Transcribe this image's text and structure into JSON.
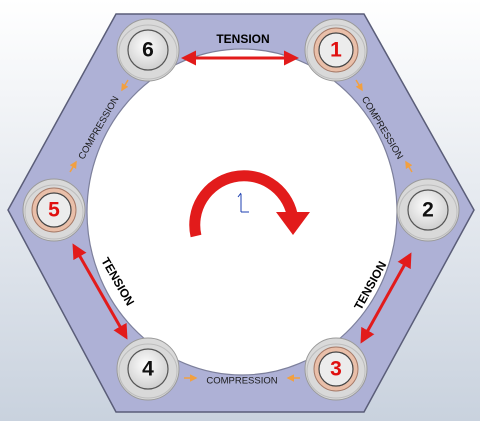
{
  "colors": {
    "background_top": "#ffffff",
    "background_bottom": "#c9d2de",
    "hexagon_fill": "#aeb1d6",
    "hexagon_stroke": "#5a5d78",
    "tension_arrow": "#e21b1b",
    "compression_arrow": "#f2a040",
    "rotation_arrow": "#e21b1b",
    "number_red": "#e01010",
    "number_black": "#111111",
    "bushing_fill": "#d9d9d9",
    "bushing_inner": "#ececec",
    "bushing_ring_highlight": "#e9bfa9"
  },
  "nodes": [
    {
      "id": "node-1",
      "label": "1",
      "color": "red",
      "ring": "highlight"
    },
    {
      "id": "node-2",
      "label": "2",
      "color": "black",
      "ring": "plain"
    },
    {
      "id": "node-3",
      "label": "3",
      "color": "red",
      "ring": "highlight"
    },
    {
      "id": "node-4",
      "label": "4",
      "color": "black",
      "ring": "plain"
    },
    {
      "id": "node-5",
      "label": "5",
      "color": "red",
      "ring": "highlight"
    },
    {
      "id": "node-6",
      "label": "6",
      "color": "black",
      "ring": "plain"
    }
  ],
  "links": [
    {
      "from": "6",
      "to": "1",
      "type": "tension",
      "label": "TENSION"
    },
    {
      "from": "1",
      "to": "2",
      "type": "compression",
      "label": "COMPRESSION"
    },
    {
      "from": "2",
      "to": "3",
      "type": "tension",
      "label": "TENSION"
    },
    {
      "from": "3",
      "to": "4",
      "type": "compression",
      "label": "COMPRESSION"
    },
    {
      "from": "4",
      "to": "5",
      "type": "tension",
      "label": "TENSION"
    },
    {
      "from": "5",
      "to": "6",
      "type": "compression",
      "label": "COMPRESSION"
    }
  ],
  "rotation": {
    "direction": "clockwise",
    "icon": "rotation-arrow-icon"
  },
  "origin_marker": {
    "icon": "axis-origin-icon"
  }
}
